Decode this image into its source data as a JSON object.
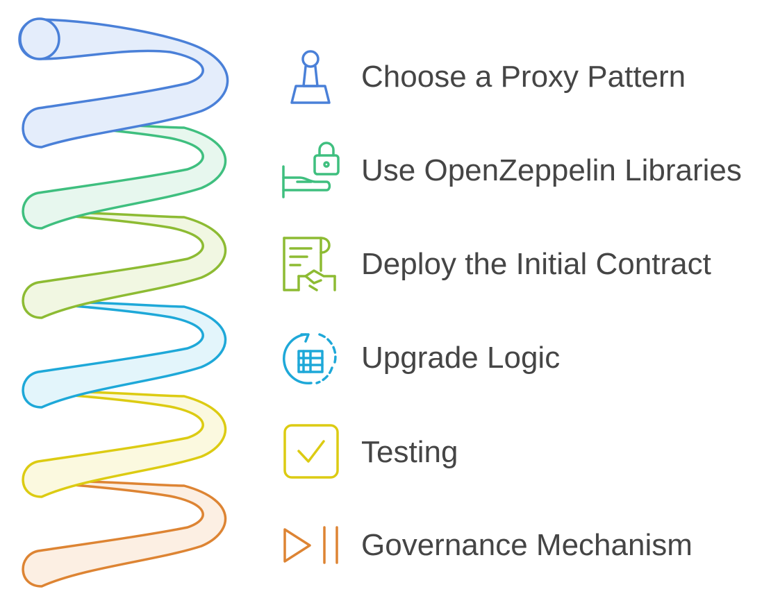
{
  "steps": [
    {
      "label": "Choose a Proxy Pattern",
      "icon": "pawn-icon",
      "color": "#4a80d8",
      "fill": "#e4edfb"
    },
    {
      "label": "Use OpenZeppelin Libraries",
      "icon": "hand-lock-icon",
      "color": "#3fbf7f",
      "fill": "#e7f7ee"
    },
    {
      "label": "Deploy the Initial Contract",
      "icon": "contract-handshake-icon",
      "color": "#8dbb33",
      "fill": "#f1f7e2"
    },
    {
      "label": "Upgrade Logic",
      "icon": "refresh-building-icon",
      "color": "#1ea8d8",
      "fill": "#e3f5fb"
    },
    {
      "label": "Testing",
      "icon": "checkbox-icon",
      "color": "#dccb12",
      "fill": "#fbf9df"
    },
    {
      "label": "Governance Mechanism",
      "icon": "play-pause-icon",
      "color": "#dd8433",
      "fill": "#fcefe3"
    }
  ]
}
